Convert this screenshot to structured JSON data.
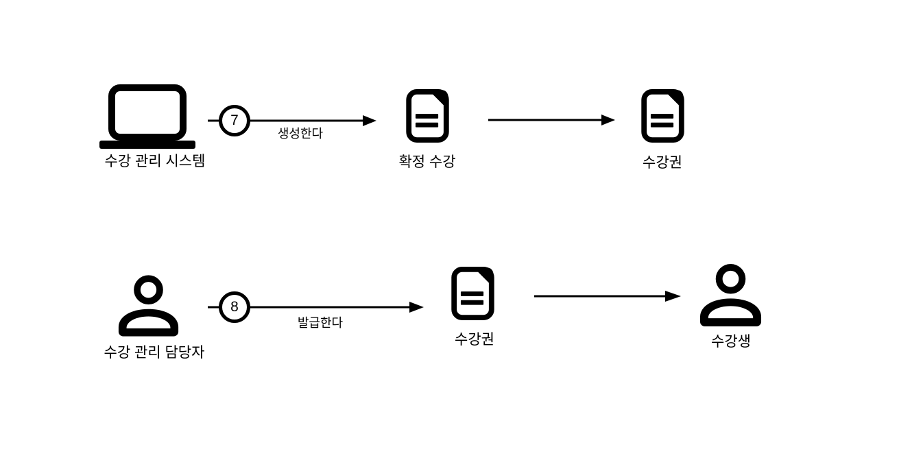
{
  "diagram": {
    "background": "#ffffff",
    "ink_color": "#000000",
    "rows": [
      {
        "step": "7",
        "action": "생성한다",
        "source": {
          "icon": "laptop-icon",
          "label": "수강 관리 시스템"
        },
        "object": {
          "icon": "document-icon",
          "label": "확정 수강"
        },
        "result": {
          "icon": "document-icon",
          "label": "수강권"
        }
      },
      {
        "step": "8",
        "action": "발급한다",
        "source": {
          "icon": "person-icon",
          "label": "수강 관리 담당자"
        },
        "object": {
          "icon": "document-icon",
          "label": "수강권"
        },
        "result": {
          "icon": "person-icon",
          "label": "수강생"
        }
      }
    ]
  }
}
